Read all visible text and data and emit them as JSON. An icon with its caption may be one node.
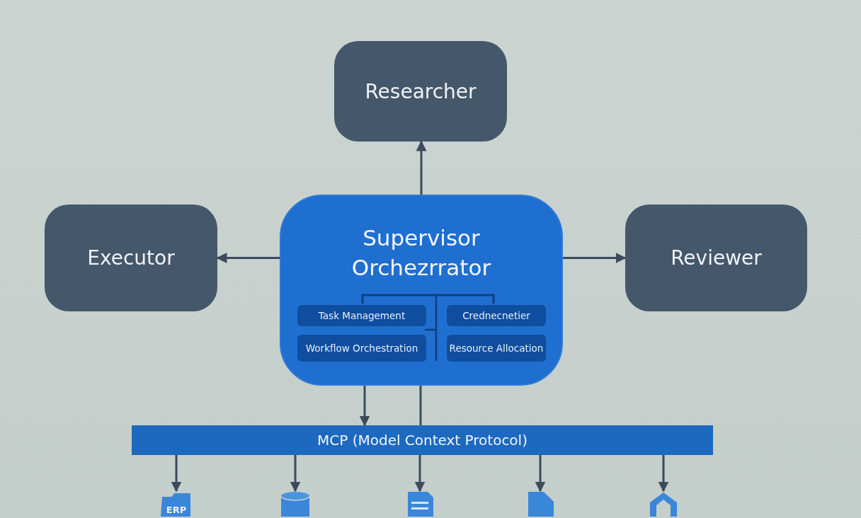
{
  "diagram": {
    "nodes": [
      {
        "text": [
          "Researcher"
        ]
      },
      {
        "text": [
          "Supervisor Orchezrrator"
        ]
      },
      {
        "text": [
          "Executor"
        ]
      },
      {
        "text": [
          "Reviewer"
        ]
      },
      {
        "text": [
          "Task Management"
        ],
        "in": 1
      },
      {
        "text": [
          "Crednecnetier"
        ],
        "in": 1
      },
      {
        "text": [
          "Workflow Orchestration"
        ],
        "in": 1
      },
      {
        "text": [
          "Resource Allocation"
        ],
        "in": 1
      },
      {
        "text": [
          "MCP (Model Context Protocol)"
        ]
      },
      {
        "text": [
          "ERP"
        ]
      },
      {
        "text": [],
        "shape": "cylinder"
      },
      {
        "text": [],
        "shape": "document"
      },
      {
        "text": [],
        "shape": "file"
      },
      {
        "text": [],
        "shape": "house"
      }
    ],
    "edges": [
      {
        "from": 1,
        "to": 0,
        "arrow": "to"
      },
      {
        "from": 1,
        "to": 2,
        "arrow": "to"
      },
      {
        "from": 1,
        "to": 3,
        "arrow": "to"
      },
      {
        "from": 1,
        "to": 8,
        "arrow": "to"
      },
      {
        "from": 1,
        "to": 8,
        "arrow": "none"
      },
      {
        "from": 8,
        "to": 9,
        "arrow": "to"
      },
      {
        "from": 8,
        "to": 10,
        "arrow": "to"
      },
      {
        "from": 8,
        "to": 11,
        "arrow": "to"
      },
      {
        "from": 8,
        "to": 12,
        "arrow": "to"
      },
      {
        "from": 8,
        "to": 13,
        "arrow": "to"
      },
      {
        "from": 4,
        "to": 5,
        "arrow": "none"
      }
    ]
  }
}
